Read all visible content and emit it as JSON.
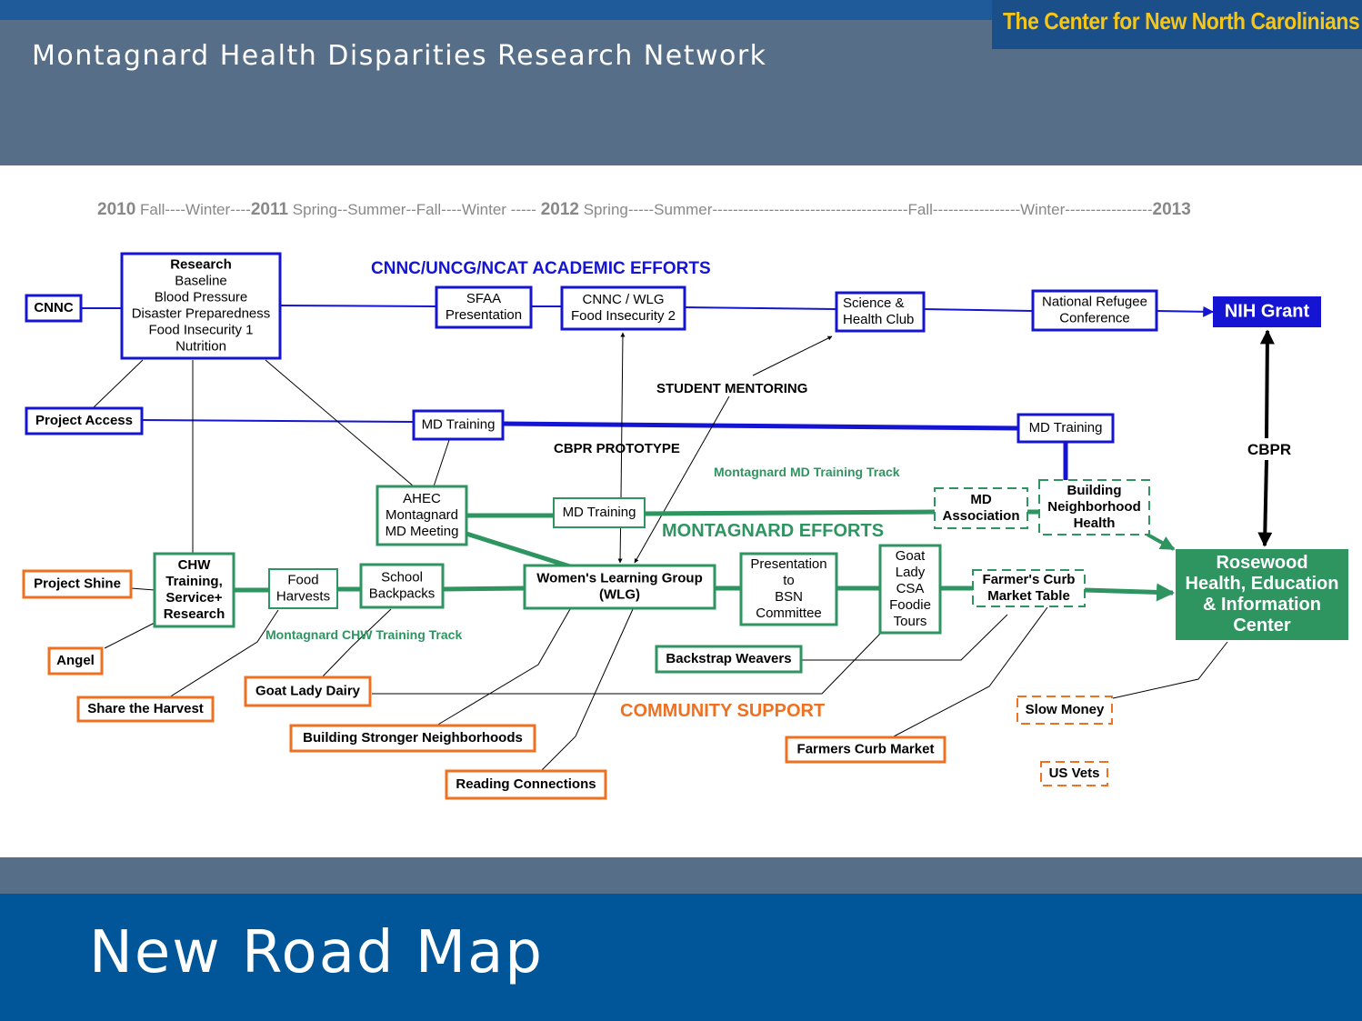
{
  "slide": {
    "header_title": "Montagnard Health Disparities Research Network",
    "badge": "The Center for New North Carolinians",
    "footer_title": "New Road Map"
  },
  "colors": {
    "blue": "#1414d2",
    "green": "#2e9460",
    "orange": "#f07022",
    "header_bg": "#566e87",
    "footer_bg": "#005699",
    "badge_text": "#f5c518"
  },
  "timeline": {
    "y2010": "2010",
    "seg1": " Fall----Winter----",
    "y2011": "2011",
    "seg2": " Spring--Summer--Fall----Winter ----- ",
    "y2012": "2012",
    "seg3": " Spring-----Summer--------------------------------------Fall-----------------Winter-----------------",
    "y2013": "2013"
  },
  "labels": {
    "academic": "CNNC/UNCG/NCAT ACADEMIC EFFORTS",
    "student_mentoring": "STUDENT MENTORING",
    "cbpr_prototype": "CBPR PROTOTYPE",
    "md_track": "Montagnard MD Training Track",
    "montagnard_efforts": "MONTAGNARD EFFORTS",
    "chw_track": "Montagnard CHW Training Track",
    "community_support": "COMMUNITY SUPPORT",
    "cbpr": "CBPR"
  },
  "boxes": {
    "cnnc": [
      "CNNC"
    ],
    "research": [
      "Research",
      "Baseline",
      "Blood Pressure",
      "Disaster Preparedness",
      "Food Insecurity 1",
      "Nutrition"
    ],
    "sfaa": [
      "SFAA",
      "Presentation"
    ],
    "cnnc_wlg": [
      "CNNC / WLG",
      "Food Insecurity 2"
    ],
    "science_club": [
      "Science &",
      "Health Club"
    ],
    "refugee_conf": [
      "National Refugee",
      "Conference"
    ],
    "nih": [
      "NIH Grant"
    ],
    "project_access": [
      "Project Access"
    ],
    "md_training_1": [
      "MD Training"
    ],
    "md_training_2": [
      "MD Training"
    ],
    "ahec": [
      "AHEC",
      "Montagnard",
      "MD Meeting"
    ],
    "md_training_3": [
      "MD Training"
    ],
    "md_association": [
      "MD",
      "Association"
    ],
    "building_health": [
      "Building",
      "Neighborhood",
      "Health"
    ],
    "rosewood": [
      "Rosewood",
      "Health, Education",
      "& Information",
      "Center"
    ],
    "project_shine": [
      "Project Shine"
    ],
    "chw": [
      "CHW",
      "Training,",
      "Service+",
      "Research"
    ],
    "food_harvests": [
      "Food",
      "Harvests"
    ],
    "school_backpacks": [
      "School",
      "Backpacks"
    ],
    "wlg": [
      "Women's Learning Group",
      "(WLG)"
    ],
    "bsn": [
      "Presentation",
      "to",
      "BSN",
      "Committee"
    ],
    "goat_csa": [
      "Goat",
      "Lady",
      "CSA",
      "Foodie",
      "Tours"
    ],
    "farmers_table": [
      "Farmer's Curb",
      "Market Table"
    ],
    "angel": [
      "Angel"
    ],
    "share_harvest": [
      "Share the Harvest"
    ],
    "goat_dairy": [
      "Goat Lady Dairy"
    ],
    "backstrap": [
      "Backstrap Weavers"
    ],
    "stronger_neighborhoods": [
      "Building Stronger Neighborhoods"
    ],
    "reading": [
      "Reading Connections"
    ],
    "slow_money": [
      "Slow Money"
    ],
    "farmers_market": [
      "Farmers Curb Market"
    ],
    "us_vets": [
      "US Vets"
    ]
  }
}
